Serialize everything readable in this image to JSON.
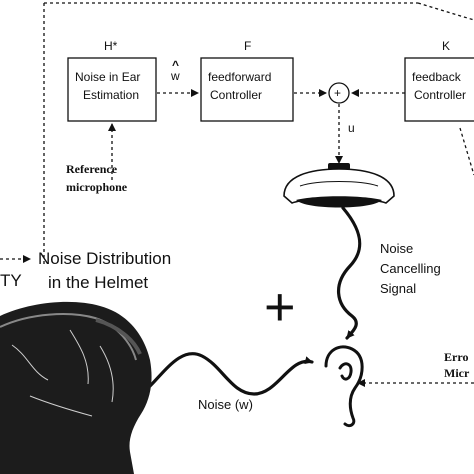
{
  "colors": {
    "ink": "#111111",
    "background": "#ffffff",
    "head": "#1c1c1c"
  },
  "blocks": {
    "noise_estimation": {
      "symbol": "H*",
      "line1": "Noise in Ear",
      "line2": "Estimation"
    },
    "feedforward": {
      "symbol": "F",
      "line1": "feedforward",
      "line2": "Controller"
    },
    "feedback": {
      "symbol": "K",
      "line1": "feedback",
      "line2": "Controller"
    }
  },
  "signals": {
    "w_hat_hat": "^",
    "w_hat_letter": "w",
    "u": "u",
    "sum": "+"
  },
  "labels": {
    "reference_mic_line1": "Reference",
    "reference_mic_line2": "microphone",
    "noise_dist_prefix": "TY",
    "noise_dist_line1": "Noise Distribution",
    "noise_dist_line2": "in the Helmet",
    "plus": "+",
    "cancel_line1": "Noise",
    "cancel_line2": "Cancelling",
    "cancel_line3": "Signal",
    "noise_w": "Noise (w)",
    "error_mic_line1": "Erro",
    "error_mic_line2": "Micr"
  },
  "icons": [
    "speaker-icon",
    "ear-icon",
    "helmet-head-icon",
    "sum-junction-icon"
  ]
}
